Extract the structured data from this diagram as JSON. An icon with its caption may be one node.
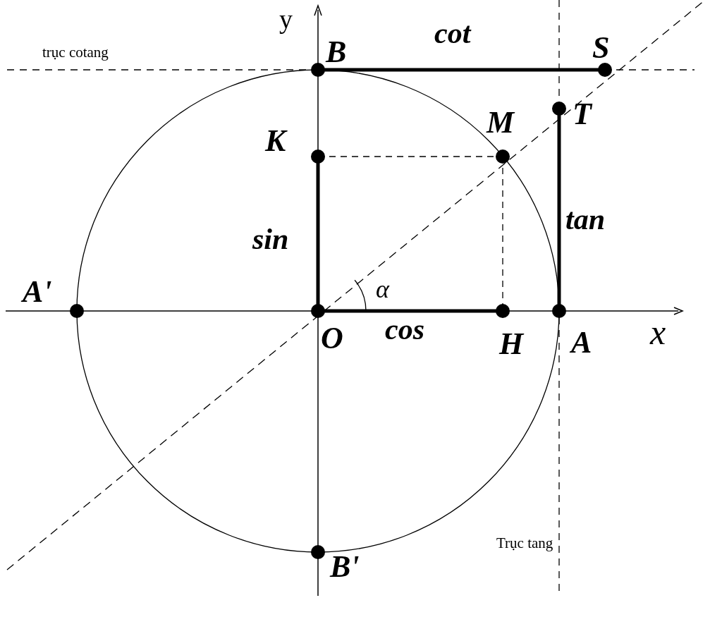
{
  "diagram": {
    "labels": [
      "y",
      "trục cotang",
      "B",
      "cot",
      "S",
      "T",
      "K",
      "M",
      "sin",
      "tan",
      "A'",
      "α",
      "O",
      "cos",
      "H",
      "A",
      "x",
      "B'",
      "Trục tang"
    ]
  }
}
